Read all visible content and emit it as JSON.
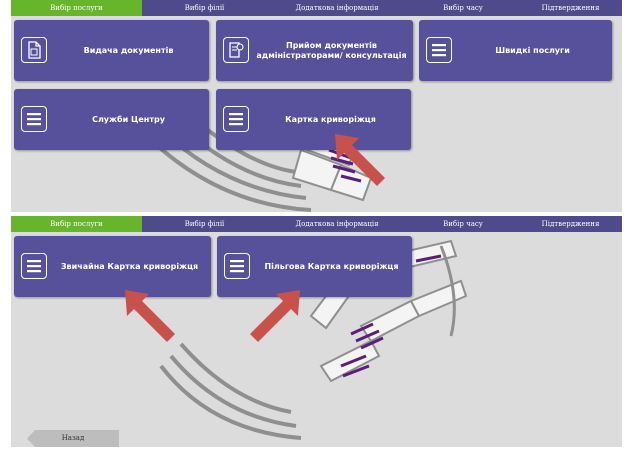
{
  "steps_top": [
    {
      "label": "Вибір послуги",
      "active": true
    },
    {
      "label": "Вибір філії",
      "active": false
    },
    {
      "label": "Додаткова інформація",
      "active": false
    },
    {
      "label": "Вибір часу",
      "active": false
    },
    {
      "label": "Підтвердження",
      "active": false
    }
  ],
  "steps_bottom": [
    {
      "label": "Вибір послуги",
      "active": true
    },
    {
      "label": "Вибір філії",
      "active": false
    },
    {
      "label": "Додаткова інформація",
      "active": false
    },
    {
      "label": "Вибір часу",
      "active": false
    },
    {
      "label": "Підтвердження",
      "active": false
    }
  ],
  "top_tiles": [
    {
      "label": "Видача документів",
      "icon": "document-icon"
    },
    {
      "label": "Прийом документів адміністраторами/ консультація",
      "icon": "document-edit-icon"
    },
    {
      "label": "Швидкі послуги",
      "icon": "list-icon"
    },
    {
      "label": "Служби Центру",
      "icon": "list-icon"
    },
    {
      "label": "Картка криворіжця",
      "icon": "list-icon"
    }
  ],
  "bottom_tiles": [
    {
      "label": "Звичайна Картка криворіжця",
      "icon": "list-icon"
    },
    {
      "label": "Пільгова Картка криворіжця",
      "icon": "list-icon"
    }
  ],
  "back_label": "Назад",
  "colors": {
    "accent_green": "#67b52a",
    "nav_purple": "#4e4a8c",
    "tile_purple": "#57509a",
    "arrow_red": "#c9514b",
    "panel_bg": "#dcdcdc"
  }
}
